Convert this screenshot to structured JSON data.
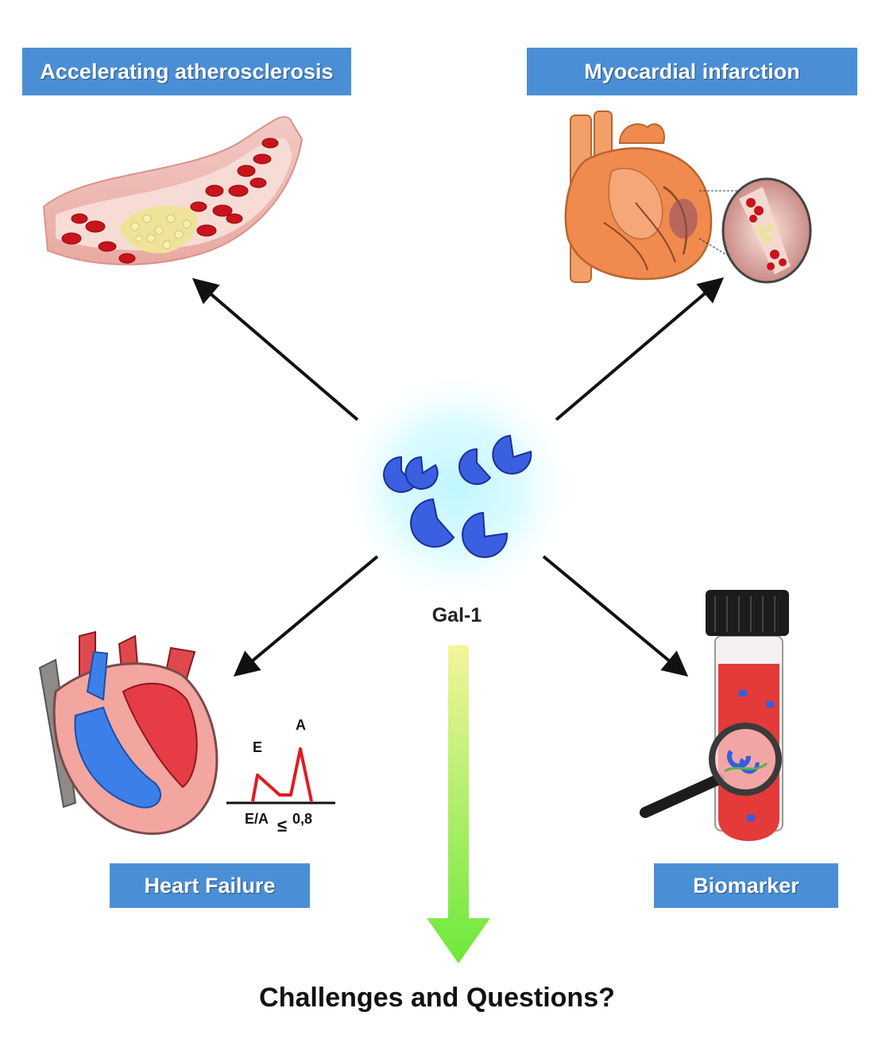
{
  "labels": {
    "atherosclerosis": "Accelerating atherosclerosis",
    "myocardial_infarction": "Myocardial infarction",
    "heart_failure": "Heart Failure",
    "biomarker": "Biomarker"
  },
  "center": {
    "label": "Gal-1"
  },
  "ea_plot": {
    "e_label": "E",
    "a_label": "A",
    "ratio_prefix": "E/A",
    "ratio_symbol": "≤",
    "ratio_value": "0,8"
  },
  "bottom": {
    "question": "Challenges and Questions?"
  },
  "colors": {
    "label_box": "#4a8fd6",
    "gal1_protein": "#3a5fe0",
    "arrow_gradient_top": "#f4f59a",
    "arrow_gradient_bottom": "#6de83a",
    "blood_red": "#c8141a",
    "vein_blue": "#2f6ee0"
  },
  "icons": [
    "blood-vessel-plaque-icon",
    "heart-infarction-icon",
    "heart-cross-section-icon",
    "test-tube-magnifier-icon",
    "galectin-protein-icon"
  ]
}
